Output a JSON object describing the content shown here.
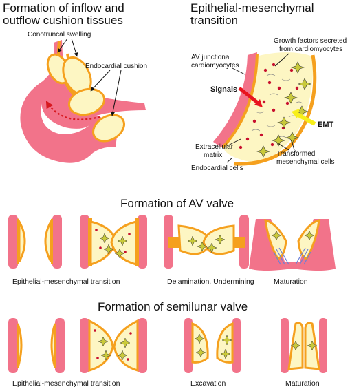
{
  "titles": {
    "cushion_line1": "Formation of inflow and",
    "cushion_line2": "outflow cushion tissues",
    "emt_line1": "Epithelial-mesenchymal",
    "emt_line2": "transition",
    "av_valve": "Formation of AV valve",
    "semilunar_valve": "Formation of semilunar valve"
  },
  "cushion_labels": {
    "conotruncal": "Conotruncal swelling",
    "endocardial": "Endocardial cushion"
  },
  "emt_labels": {
    "av_junctional_1": "AV junctional",
    "av_junctional_2": "cardiomyocytes",
    "growth_1": "Growth factors secreted",
    "growth_2": "from cardiomyocytes",
    "signals": "Signals",
    "emt": "EMT",
    "ecm_1": "Extracellular",
    "ecm_2": "matrix",
    "endocardial_cells": "Endocardial cells",
    "transformed_1": "Transformed",
    "transformed_2": "mesenchymal cells"
  },
  "av_captions": [
    "Epithelial-mesenchymal transition",
    "Delamination, Undermining",
    "Maturation"
  ],
  "semilunar_captions": [
    "Epithelial-mesenchymal transition",
    "Excavation",
    "Maturation"
  ],
  "colors": {
    "myocardium": "#f2738a",
    "endocardium": "#f5a01e",
    "cushion": "#fdf6c3",
    "matrix_dot": "#c8102e",
    "mesenchymal": "#c9c93a",
    "signal_arrow": "#e8141e",
    "emt_arrow": "#f7ef1a",
    "chordae": "#6a7fd8"
  }
}
